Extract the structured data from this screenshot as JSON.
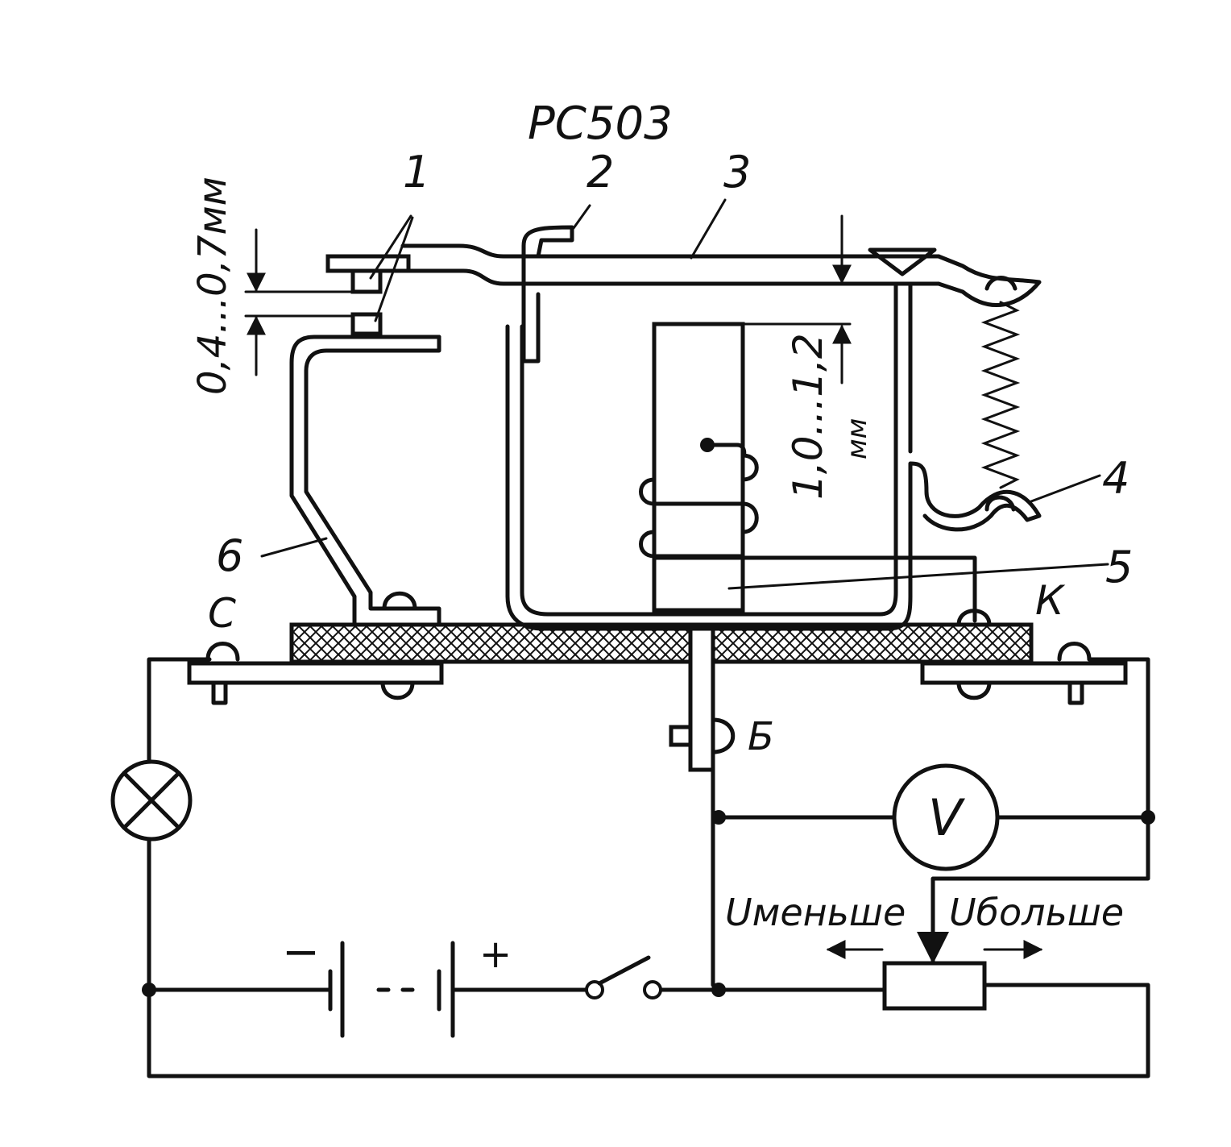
{
  "title": "РС503",
  "callouts": {
    "c1": "1",
    "c2": "2",
    "c3": "3",
    "c4": "4",
    "c5": "5",
    "c6": "6"
  },
  "dimensions": {
    "contact_gap": "0,4...0,7мм",
    "air_gap_value": "1,0...1,2",
    "air_gap_unit": "мм"
  },
  "terminals": {
    "left": "С",
    "right": "К",
    "bottom": "Б"
  },
  "meter_symbol": "V",
  "battery": {
    "minus": "−",
    "plus": "+"
  },
  "rheostat": {
    "decrease": "Uменьше",
    "increase": "Uбольше"
  }
}
